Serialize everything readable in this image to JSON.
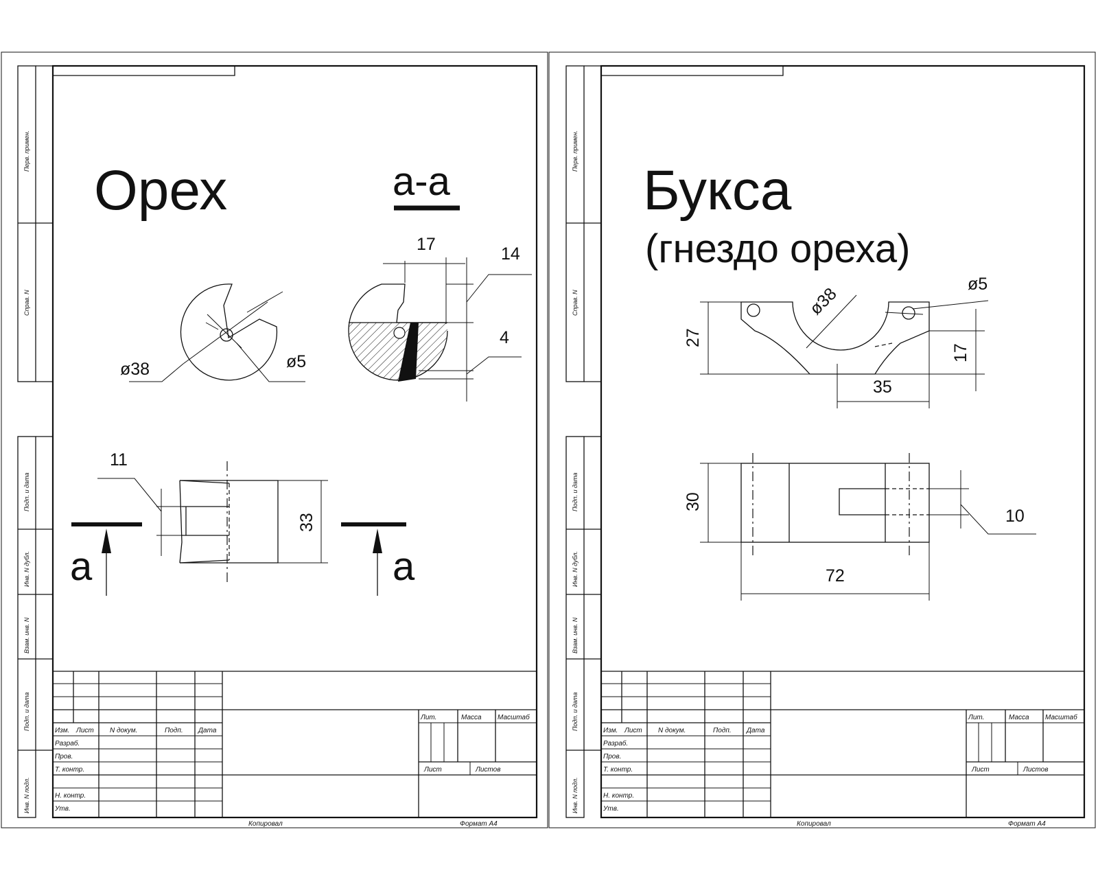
{
  "colors": {
    "ink": "#111111",
    "paper": "#ffffff"
  },
  "sheet_left": {
    "title": "Орех",
    "section_label": "а-а",
    "cut_letter_left": "а",
    "cut_letter_right": "а",
    "dims": {
      "d38": "ø38",
      "d5": "ø5",
      "d17": "17",
      "d14": "14",
      "d4": "4",
      "d11": "11",
      "d33": "33"
    }
  },
  "sheet_right": {
    "title": "Букса",
    "subtitle": "(гнездо ореха)",
    "dims": {
      "d38": "ø38",
      "d5": "ø5",
      "d27": "27",
      "d17": "17",
      "d35": "35",
      "d30": "30",
      "d10": "10",
      "d72": "72"
    }
  },
  "side_stamp": [
    "Перв. примен.",
    "Справ. N",
    "Подп. и дата",
    "Инв. N дубл.",
    "Взам. инв. N",
    "Подп. и дата",
    "Инв. N подл."
  ],
  "title_block": {
    "cols": [
      "Изм.",
      "Лист",
      "N докум.",
      "Подп.",
      "Дата"
    ],
    "rows": [
      "Разраб.",
      "Пров.",
      "Т. контр.",
      "Н. контр.",
      "Утв."
    ],
    "lit": "Лит.",
    "mass": "Масса",
    "scale": "Масштаб",
    "sheet": "Лист",
    "sheets": "Листов",
    "copied": "Копировал",
    "format": "Формат А4"
  }
}
